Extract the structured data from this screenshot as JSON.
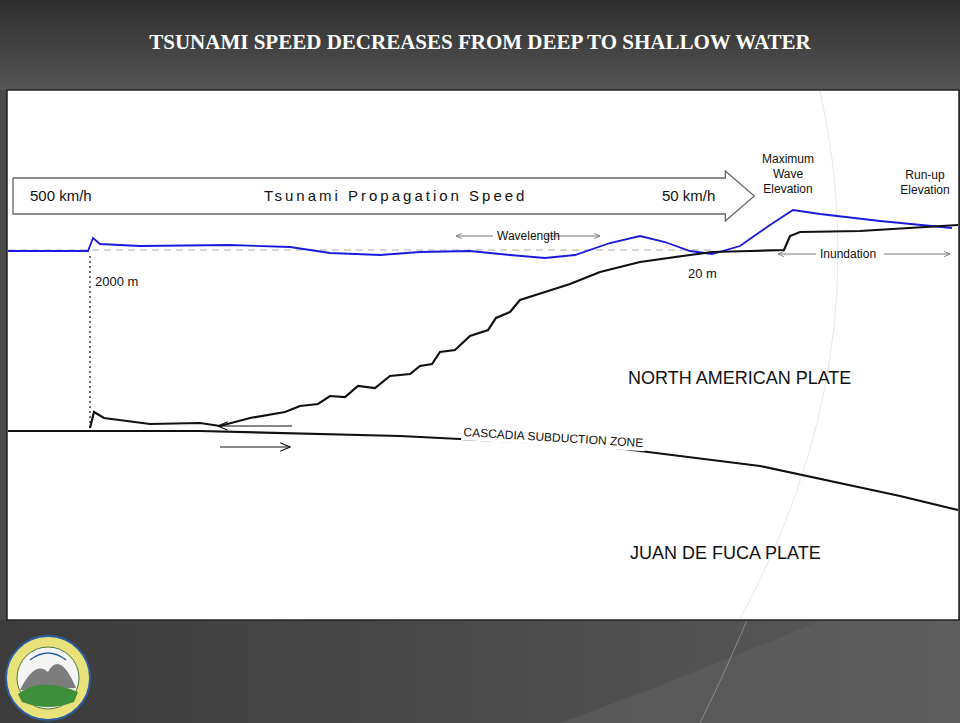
{
  "diagram": {
    "title": "TSUNAMI SPEED DECREASES FROM DEEP TO SHALLOW WATER",
    "nodes": [
      {
        "text": [
          "500 km/h",
          "Tsunami Propagation Speed",
          "50 km/h"
        ]
      }
    ],
    "labels": [
      "Maximum Wave Elevation",
      "Run-up Elevation",
      "Wavelength",
      "2000 m",
      "20 m",
      "Inundation",
      "NORTH AMERICAN PLATE",
      "CASCADIA SUBDUCTION ZONE",
      "JUAN DE FUCA PLATE"
    ]
  }
}
